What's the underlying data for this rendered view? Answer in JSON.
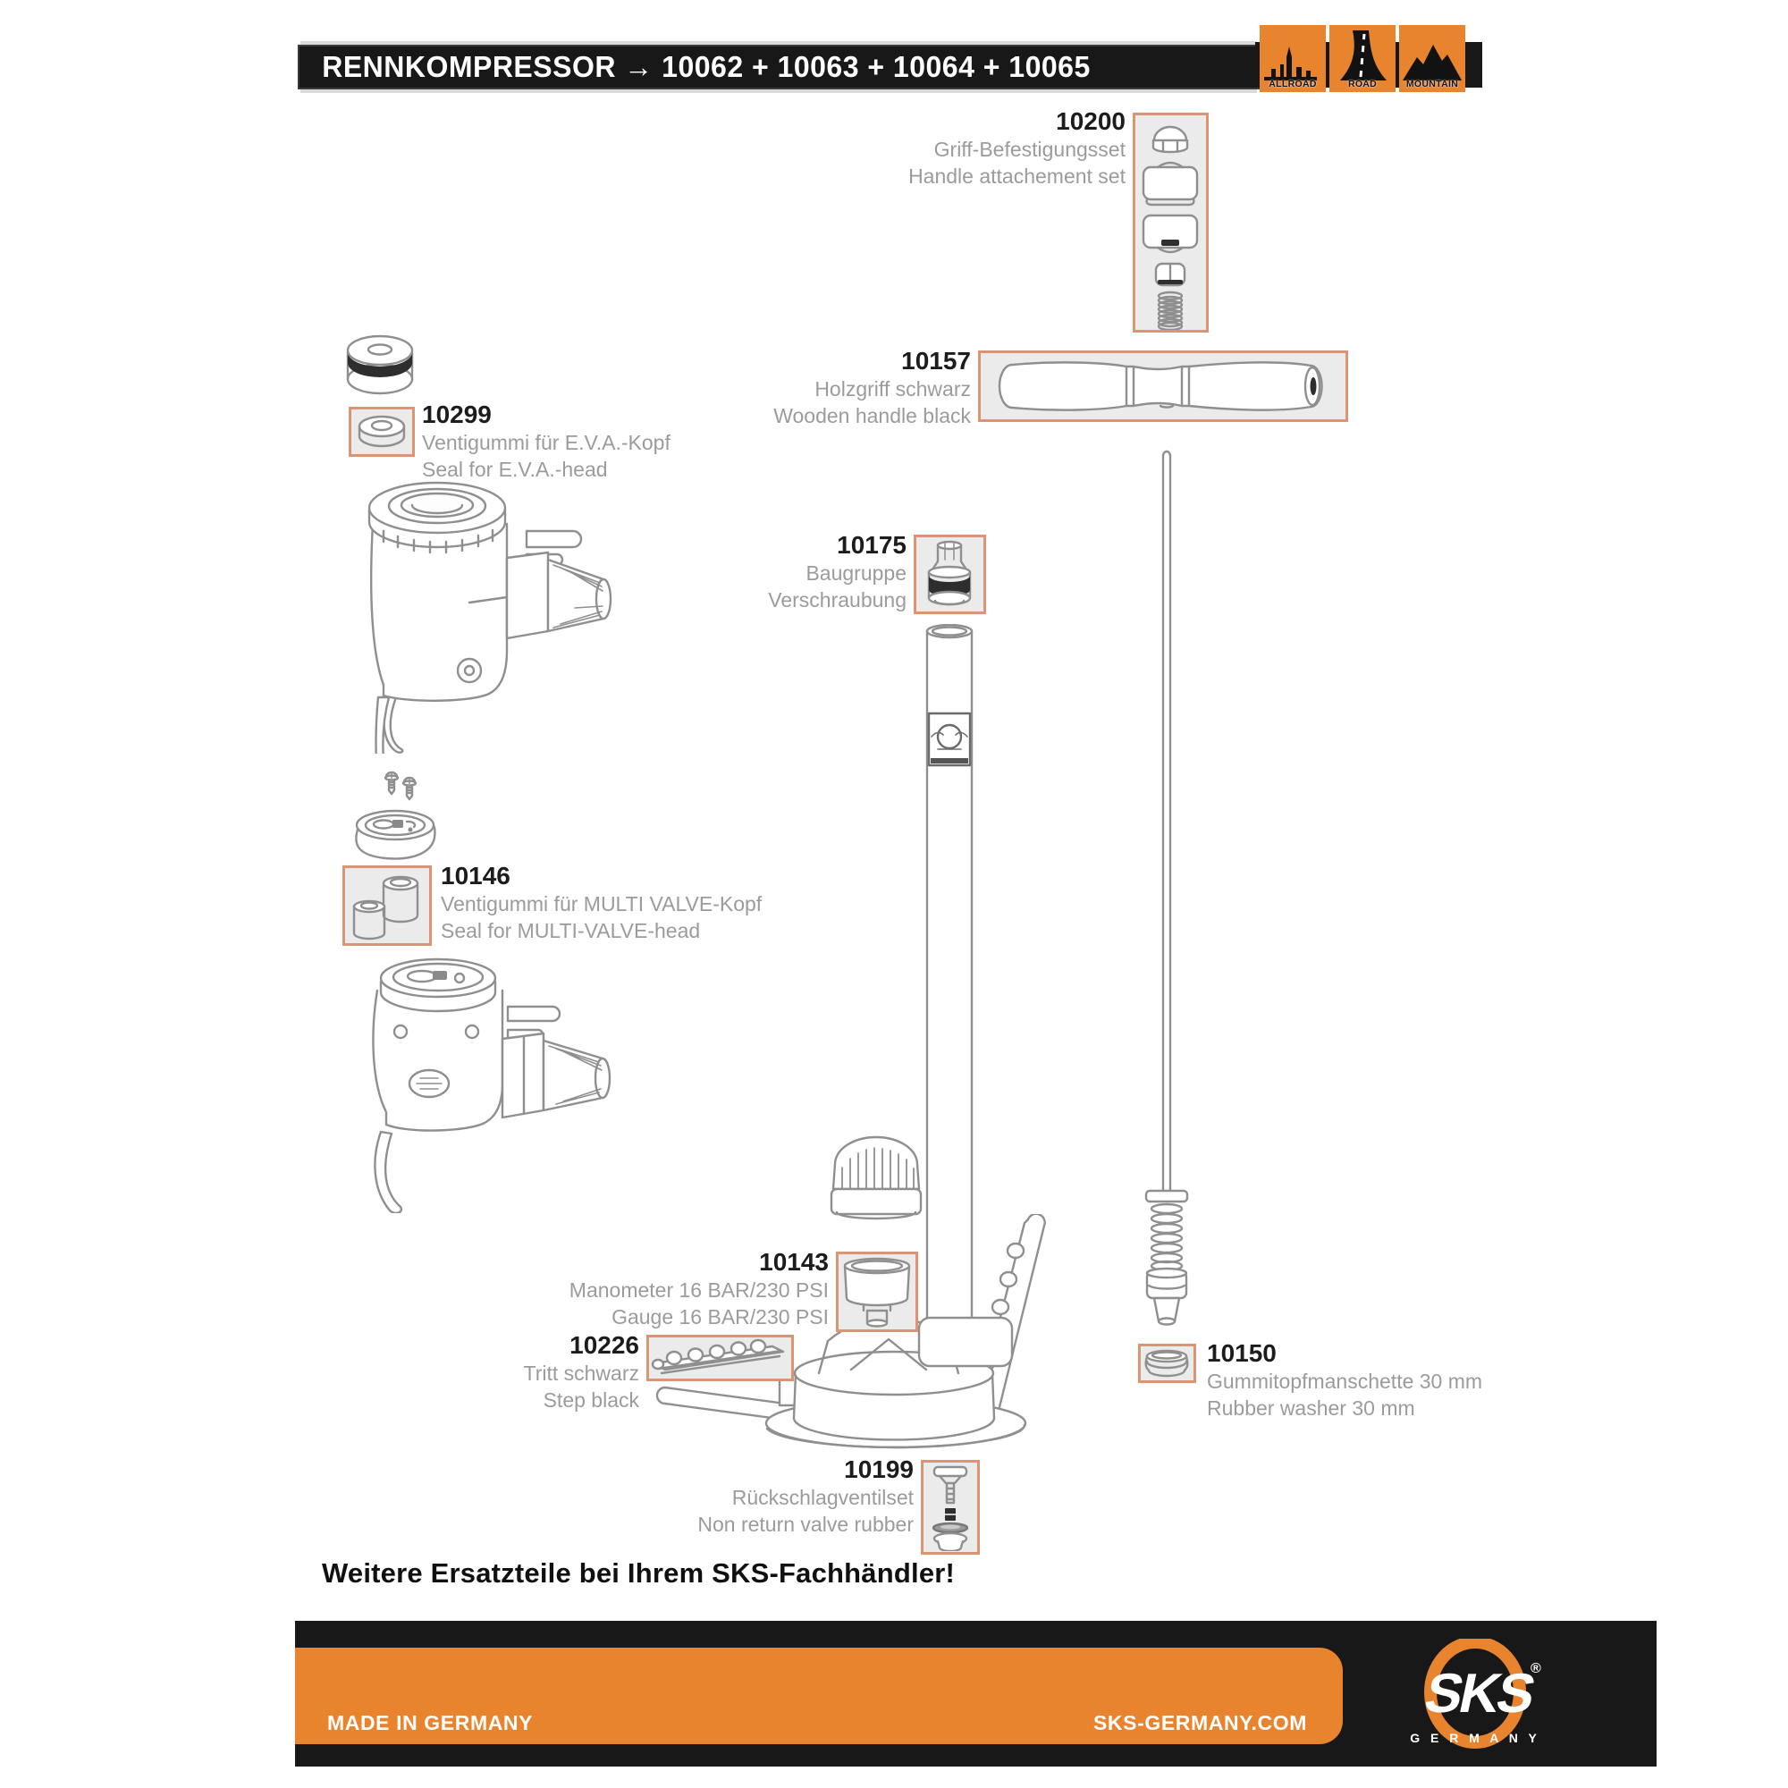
{
  "header": {
    "title": "RENNKOMPRESSOR → 10062 + 10063 + 10064 + 10065"
  },
  "logo_tiles": [
    {
      "label": "ALLROAD"
    },
    {
      "label": "ROAD"
    },
    {
      "label": "MOUNTAIN"
    }
  ],
  "parts": {
    "p10200": {
      "number": "10200",
      "line1": "Griff-Befestigungsset",
      "line2": "Handle attachement set"
    },
    "p10157": {
      "number": "10157",
      "line1": "Holzgriff schwarz",
      "line2": "Wooden handle black"
    },
    "p10299": {
      "number": "10299",
      "line1": "Ventigummi für E.V.A.-Kopf",
      "line2": "Seal for E.V.A.-head"
    },
    "p10175": {
      "number": "10175",
      "line1": "Baugruppe",
      "line2": "Verschraubung"
    },
    "p10146": {
      "number": "10146",
      "line1": "Ventigummi für MULTI VALVE-Kopf",
      "line2": "Seal for MULTI-VALVE-head"
    },
    "p10143": {
      "number": "10143",
      "line1": "Manometer 16 BAR/230 PSI",
      "line2": "Gauge 16 BAR/230 PSI"
    },
    "p10226": {
      "number": "10226",
      "line1": "Tritt schwarz",
      "line2": "Step black"
    },
    "p10150": {
      "number": "10150",
      "line1": "Gummitopfmanschette 30 mm",
      "line2": "Rubber washer 30 mm"
    },
    "p10199": {
      "number": "10199",
      "line1": "Rückschlagventilset",
      "line2": "Non return valve rubber"
    }
  },
  "note": "Weitere Ersatzteile bei Ihrem SKS-Fachhändler!",
  "footer": {
    "made_in": "MADE IN GERMANY",
    "website": "SKS-GERMANY.COM",
    "brand": "SKS",
    "brand_reg": "®",
    "brand_sub": "G E R M A N Y"
  },
  "colors": {
    "orange": "#E8832E",
    "box_border": "#DB9574",
    "box_bg": "#EBEBEB",
    "bar_black": "#181818",
    "line_gray": "#8F8F8F",
    "text_gray": "#9B9B9B"
  }
}
